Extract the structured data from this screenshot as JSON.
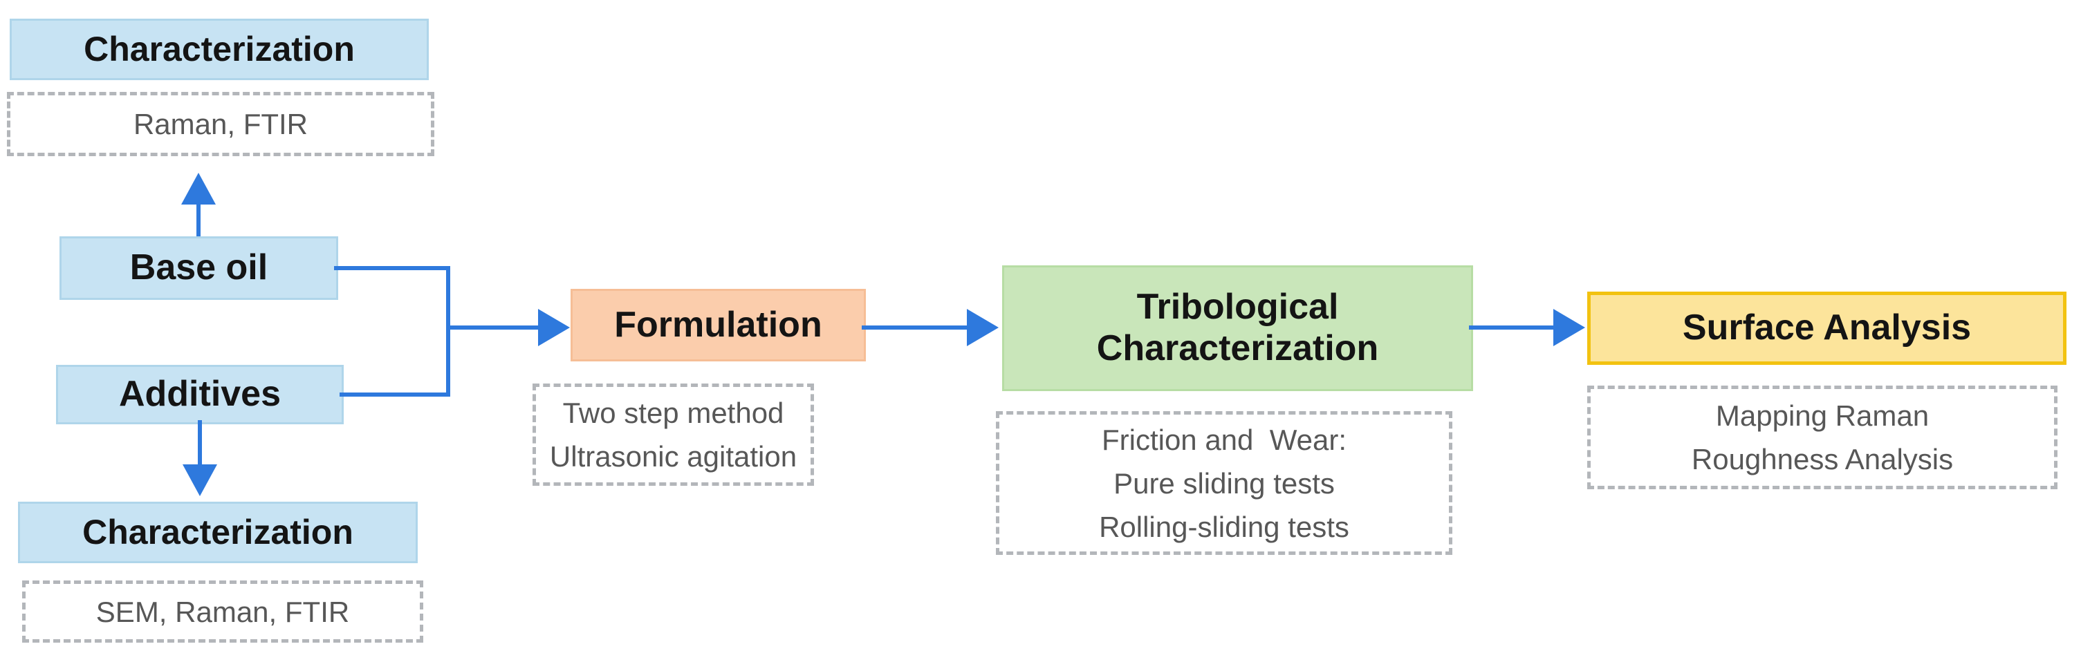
{
  "nodes": {
    "characterization_top": {
      "label": "Characterization"
    },
    "raman_ftir_note": {
      "text": "Raman, FTIR"
    },
    "base_oil": {
      "label": "Base oil"
    },
    "additives": {
      "label": "Additives"
    },
    "characterization_bottom": {
      "label": "Characterization"
    },
    "sem_raman_ftir_note": {
      "text": "SEM, Raman, FTIR"
    },
    "formulation": {
      "label": "Formulation"
    },
    "formulation_note": {
      "text": "Two step method\nUltrasonic agitation"
    },
    "tribological": {
      "label": "Tribological\nCharacterization"
    },
    "tribological_note": {
      "text": "Friction and  Wear:\nPure sliding tests\nRolling-sliding tests"
    },
    "surface_analysis": {
      "label": "Surface Analysis"
    },
    "surface_analysis_note": {
      "text": "Mapping Raman\nRoughness Analysis"
    }
  },
  "connections": [
    {
      "from": "Base oil",
      "to": "Characterization (top)",
      "style": "arrow"
    },
    {
      "from": "Additives",
      "to": "Characterization (bottom)",
      "style": "arrow"
    },
    {
      "from": "Base oil + Additives (merged)",
      "to": "Formulation",
      "style": "arrow"
    },
    {
      "from": "Formulation",
      "to": "Tribological Characterization",
      "style": "arrow"
    },
    {
      "from": "Tribological Characterization",
      "to": "Surface Analysis",
      "style": "arrow"
    }
  ],
  "colors": {
    "box_blue_fill": "#C7E3F3",
    "box_blue_border": "#AFD5EA",
    "box_orange_fill": "#FBCDAC",
    "box_orange_border": "#F6BE96",
    "box_green_fill": "#C9E6BA",
    "box_green_border": "#B7DDA4",
    "box_yellow_fill": "#FCE49B",
    "box_yellow_border": "#F2C210",
    "arrow_blue": "#2E79DD",
    "dashed_border_gray": "#B3B6BA",
    "note_text_gray": "#575757"
  }
}
